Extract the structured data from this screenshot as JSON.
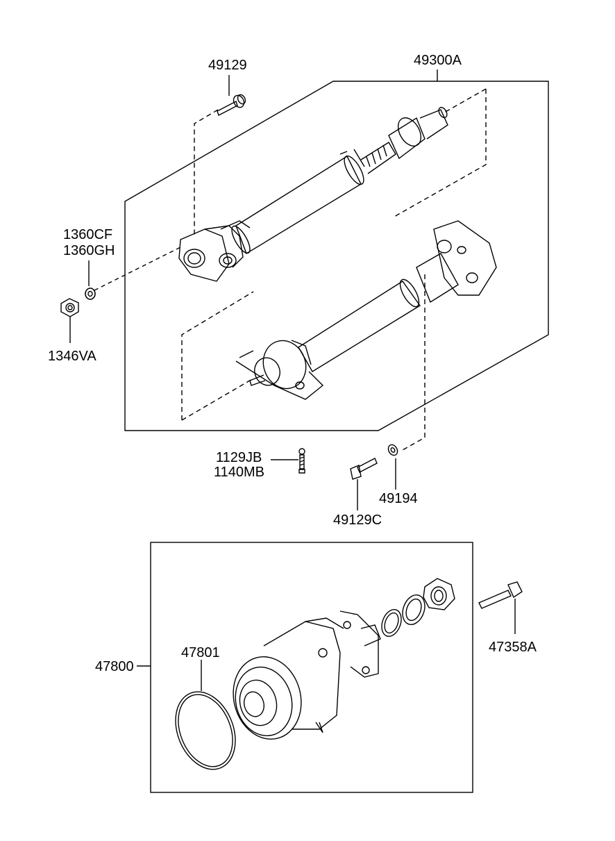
{
  "parts": {
    "p49129": "49129",
    "p49300A": "49300A",
    "p1360CF": "1360CF",
    "p1360GH": "1360GH",
    "p1346VA": "1346VA",
    "p1129JB": "1129JB",
    "p1140MB": "1140MB",
    "p49194": "49194",
    "p49129C": "49129C",
    "p47800": "47800",
    "p47801": "47801",
    "p47358A": "47358A"
  },
  "colors": {
    "line": "#000000",
    "background": "#ffffff"
  }
}
